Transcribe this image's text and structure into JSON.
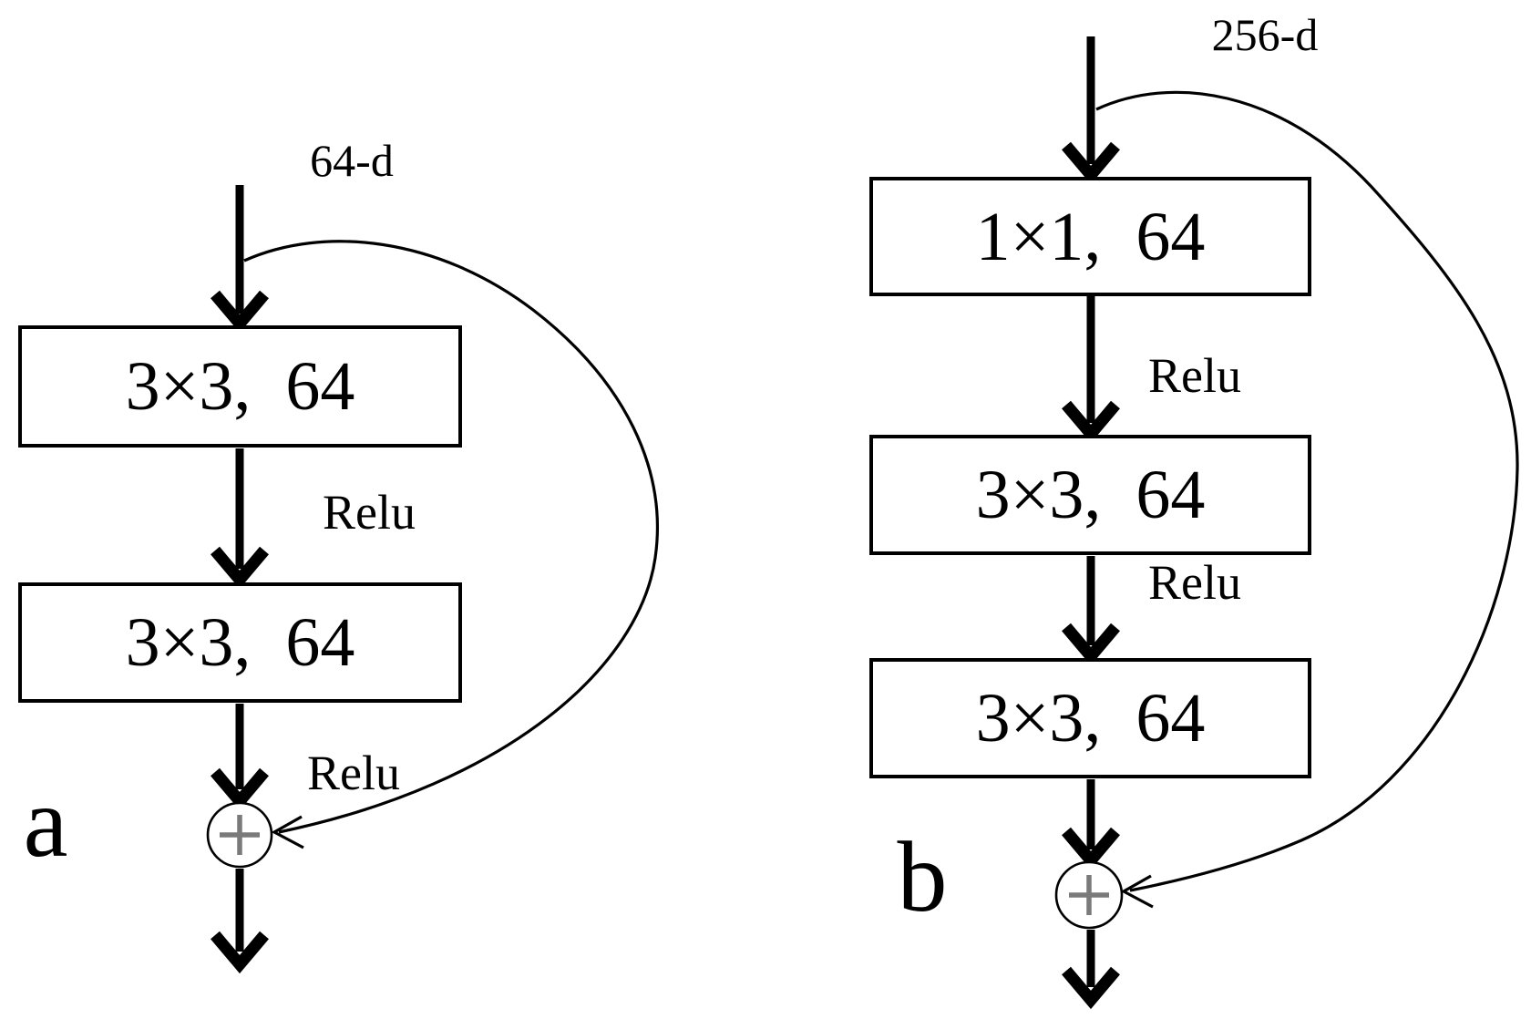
{
  "colors": {
    "background": "#ffffff",
    "line": "#000000",
    "plus_sign": "#7a7a7a"
  },
  "diagram_a": {
    "caption": "a",
    "input_dim_label": "64-d",
    "conv_boxes": [
      "3×3,  64",
      "3×3,  64"
    ],
    "relu_labels": [
      "Relu",
      "Relu"
    ],
    "plus_icon": "+"
  },
  "diagram_b": {
    "caption": "b",
    "input_dim_label": "256-d",
    "conv_boxes": [
      "1×1,  64",
      "3×3,  64",
      "3×3,  64"
    ],
    "relu_labels": [
      "Relu",
      "Relu"
    ],
    "plus_icon": "+"
  }
}
